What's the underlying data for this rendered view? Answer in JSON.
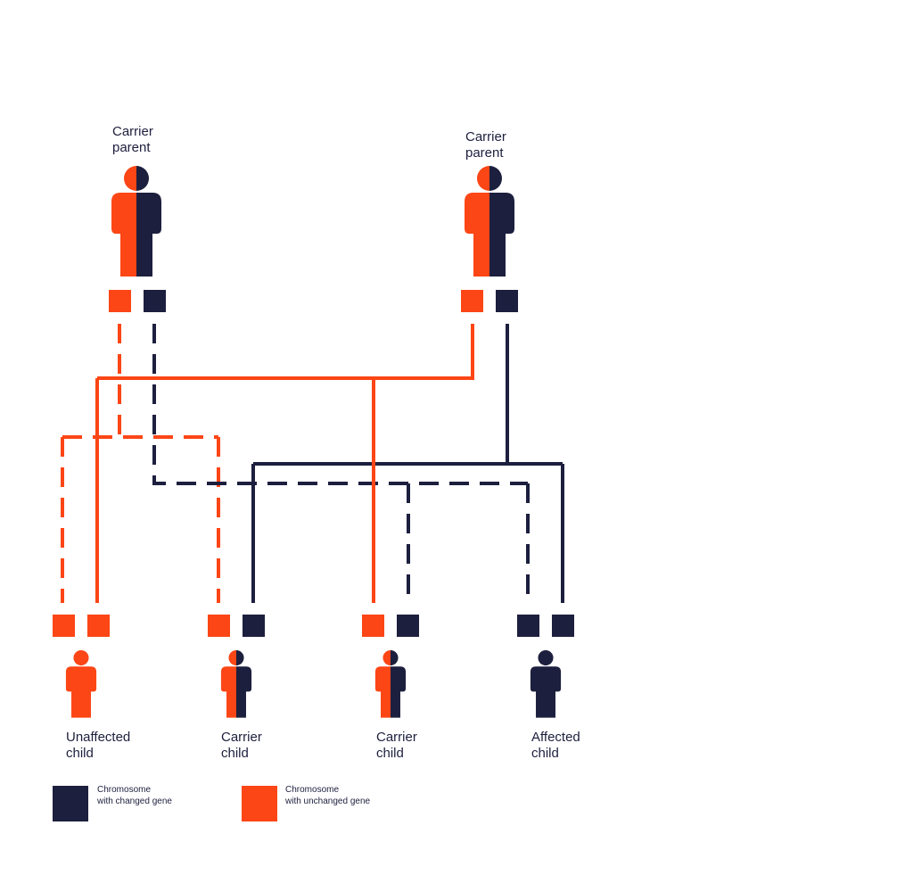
{
  "colors": {
    "changed": "#1d1f3e",
    "unchanged": "#fc4616",
    "text": "#1d1f3e",
    "background": "#ffffff"
  },
  "parents": [
    {
      "line1": "Carrier",
      "line2": "parent",
      "genotype": [
        "unchanged",
        "changed"
      ]
    },
    {
      "line1": "Carrier",
      "line2": "parent",
      "genotype": [
        "unchanged",
        "changed"
      ]
    }
  ],
  "children": [
    {
      "line1": "Unaffected",
      "line2": "child",
      "genotype": [
        "unchanged",
        "unchanged"
      ]
    },
    {
      "line1": "Carrier",
      "line2": "child",
      "genotype": [
        "unchanged",
        "changed"
      ]
    },
    {
      "line1": "Carrier",
      "line2": "child",
      "genotype": [
        "unchanged",
        "changed"
      ]
    },
    {
      "line1": "Affected",
      "line2": "child",
      "genotype": [
        "changed",
        "changed"
      ]
    }
  ],
  "legend": {
    "changed": {
      "line1": "Chromosome",
      "line2": "with changed gene"
    },
    "unchanged": {
      "line1": "Chromosome",
      "line2": "with unchanged gene"
    }
  }
}
